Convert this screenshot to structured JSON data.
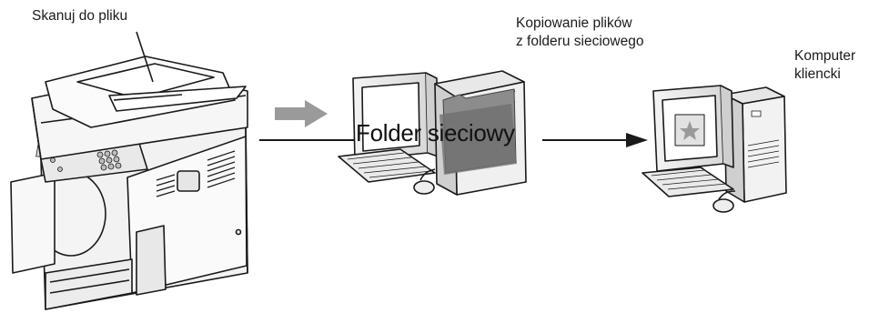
{
  "labels": {
    "scan_to_file": "Skanuj do pliku",
    "copy_files_line1": "Kopiowanie plików",
    "copy_files_line2": "z folderu sieciowego",
    "client_line1": "Komputer",
    "client_line2": "kliencki",
    "network_folder": "Folder sieciowy"
  },
  "icons": [
    "printer-icon",
    "server-computer-icon",
    "folder-icon",
    "client-computer-icon",
    "arrow-right-icon"
  ],
  "colors": {
    "line": "#1a1a1a",
    "gray_arrow": "#999999",
    "folder": "#8c8c8c"
  }
}
